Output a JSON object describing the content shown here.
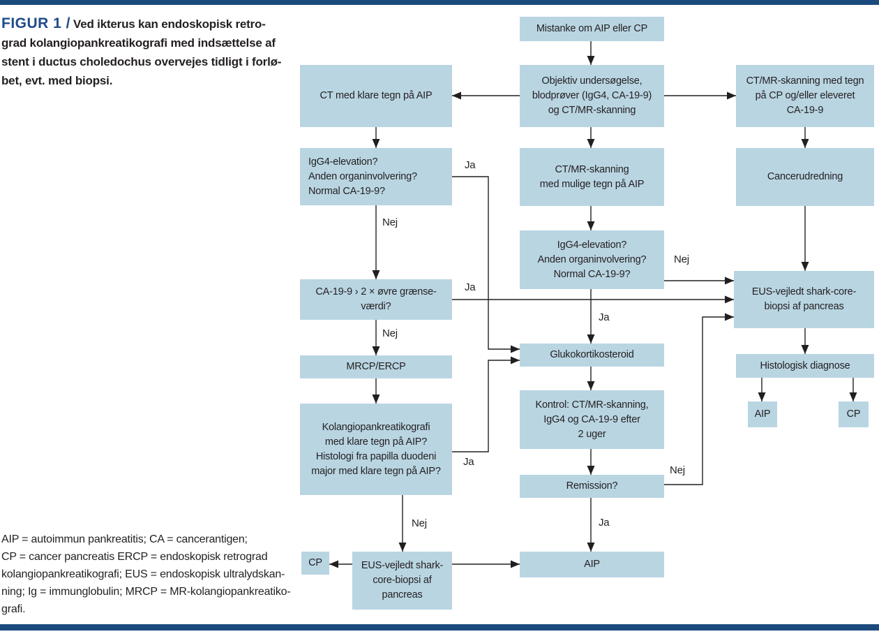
{
  "page": {
    "rule_color": "#1b4a7d",
    "background": "#ffffff"
  },
  "figure": {
    "label": "FIGUR 1 /",
    "label_color": "#1e4b8a",
    "caption": "Ved ikterus kan endoskopisk retro-\ngrad kolangiopankreatikografi med indsættelse af\nstent i ductus choledochus overvejes tidligt i forlø-\nbet, evt. med biopsi.",
    "abbreviations": "AIP = autoimmun pankreatitis; CA = cancerantigen;\nCP = cancer pancreatis ERCP = endoskopisk retrograd\nkolangiopankreatikografi; EUS = endoskopisk ultralydskan-\nning; Ig = immunglobulin; MRCP = MR-kolangiopankreatiko-\ngrafi."
  },
  "labels": {
    "ja": "Ja",
    "nej": "Nej"
  },
  "flowchart": {
    "box_color": "#b9d5e2",
    "line_color": "#231f20",
    "nodes": {
      "mistanke": "Mistanke om AIP eller CP",
      "objektiv": "Objektiv undersøgelse,\nblodprøver (IgG4, CA-19-9)\nog CT/MR-skanning",
      "ct_klare": "CT med klare tegn på AIP",
      "ctmr_tegn_cp": "CT/MR-skanning med tegn\npå CP og/eller eleveret\nCA-19-9",
      "igg4_left": "IgG4-elevation?\nAnden organinvolvering?\nNormal CA-19-9?",
      "ctmr_mulige": "CT/MR-skanning\nmed mulige tegn på AIP",
      "cancerudredning": "Cancerudredning",
      "igg4_center": "IgG4-elevation?\nAnden organinvolvering?\nNormal CA-19-9?",
      "ca199": "CA-19-9 › 2 × øvre grænse-\nværdi?",
      "eus_right": "EUS-vejledt shark-core-\nbiopsi af pancreas",
      "mrcp": "MRCP/ERCP",
      "glukokortikosteroid": "Glukokortikosteroid",
      "kontrol": "Kontrol: CT/MR-skanning,\nIgG4 og CA-19-9 efter\n2 uger",
      "histologisk": "Histologisk diagnose",
      "remission": "Remission?",
      "aip_right": "AIP",
      "cp_right": "CP",
      "kolangio": "Kolangiopankreatikografi\nmed klare tegn på AIP?\nHistologi fra papilla duodeni\nmajor med klare tegn på AIP?",
      "aip_center": "AIP",
      "cp_left": "CP",
      "eus_left": "EUS-vejledt shark-\ncore-biopsi af\npancreas"
    }
  }
}
